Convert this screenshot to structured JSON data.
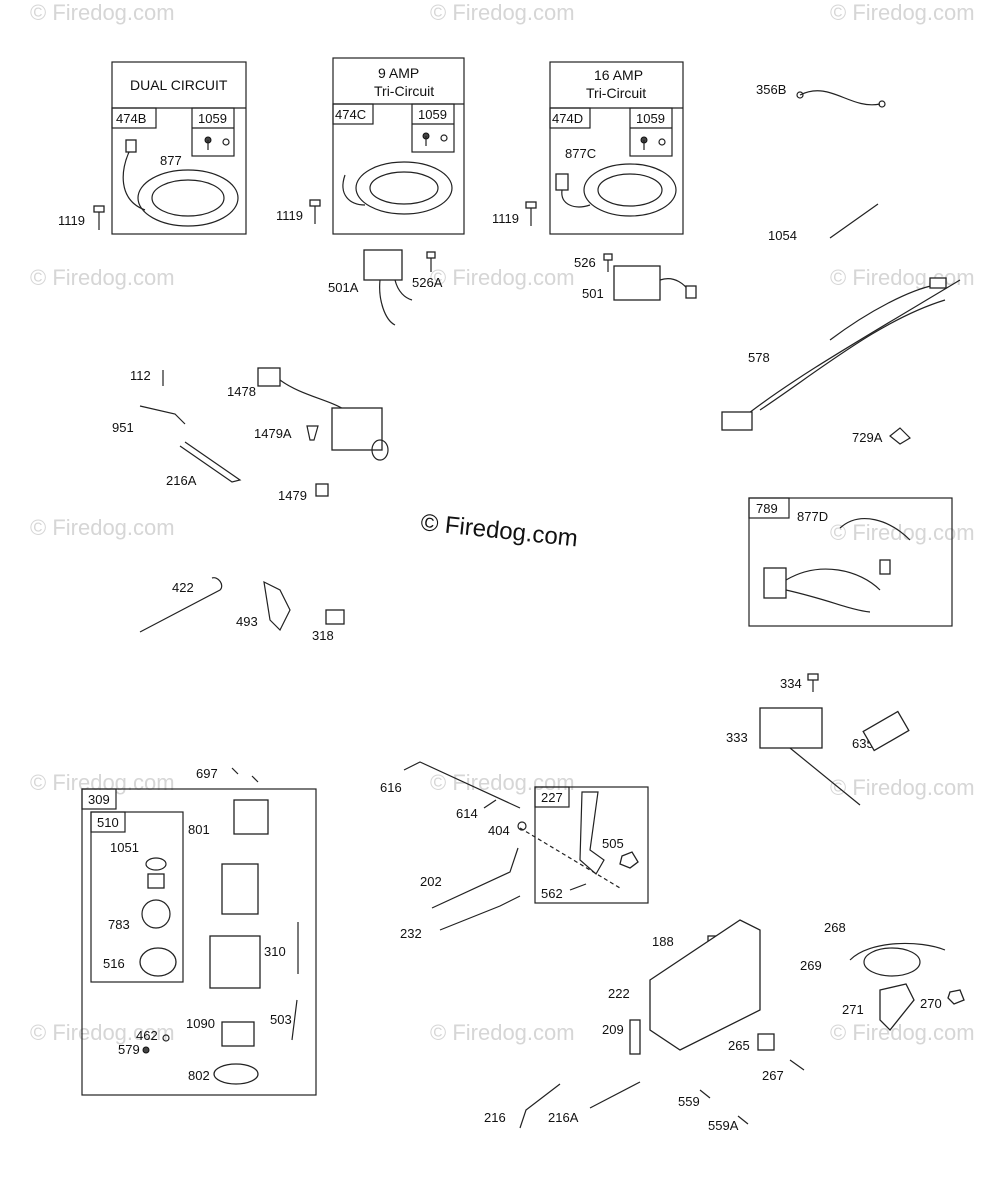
{
  "watermark": {
    "text": "© Firedog.com"
  },
  "boxes": {
    "dual": {
      "title": "DUAL CIRCUIT",
      "part": "474B",
      "kit": "1059",
      "wire": "877"
    },
    "amp9": {
      "title1": "9  AMP",
      "title2": "Tri-Circuit",
      "part": "474C",
      "kit": "1059"
    },
    "amp16": {
      "title1": "16  AMP",
      "title2": "Tri-Circuit",
      "part": "474D",
      "kit": "1059",
      "wire": "877C"
    },
    "b789": {
      "part": "789",
      "wire": "877D"
    },
    "b309": {
      "part": "309"
    },
    "b510": {
      "part": "510"
    },
    "b227": {
      "part": "227"
    }
  },
  "labels": {
    "l1119a": "1119",
    "l1119b": "1119",
    "l1119c": "1119",
    "l501A": "501A",
    "l526A": "526A",
    "l526": "526",
    "l501": "501",
    "l356B": "356B",
    "l1054": "1054",
    "l578": "578",
    "l729A": "729A",
    "l112": "112",
    "l1478": "1478",
    "l951": "951",
    "l1479A": "1479A",
    "l216A_top": "216A",
    "l1479": "1479",
    "l422": "422",
    "l493": "493",
    "l318": "318",
    "l334": "334",
    "l635": "635",
    "l333": "333",
    "l697": "697",
    "l801": "801",
    "l1051": "1051",
    "l783": "783",
    "l516": "516",
    "l310": "310",
    "l1090": "1090",
    "l503": "503",
    "l462": "462",
    "l579": "579",
    "l802": "802",
    "l616": "616",
    "l614": "614",
    "l404": "404",
    "l505": "505",
    "l562": "562",
    "l202": "202",
    "l232": "232",
    "l188": "188",
    "l222": "222",
    "l209": "209",
    "l265": "265",
    "l267": "267",
    "l268": "268",
    "l269": "269",
    "l271": "271",
    "l270": "270",
    "l216": "216",
    "l216A": "216A",
    "l559": "559",
    "l559A": "559A"
  }
}
